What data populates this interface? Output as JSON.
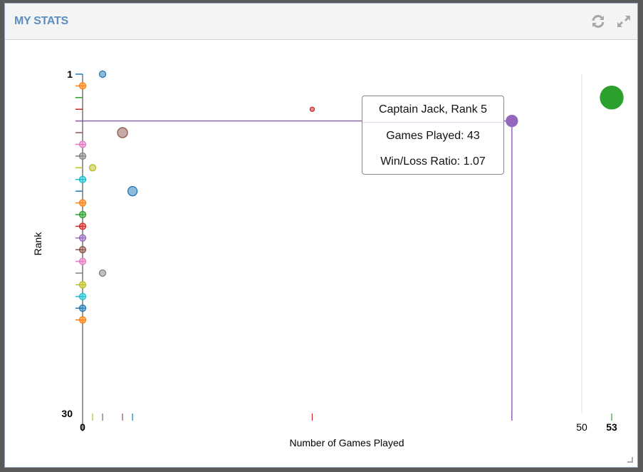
{
  "widget": {
    "title": "MY STATS",
    "refresh_icon": "refresh-icon",
    "expand_icon": "expand-icon"
  },
  "tooltip": {
    "line1": "Captain Jack, Rank 5",
    "line2": "Games Played: 43",
    "line3": "Win/Loss Ratio: 1.07"
  },
  "chart_data": {
    "type": "scatter",
    "xlabel": "Number of Games Played",
    "ylabel": "Rank",
    "xlim": [
      0,
      53
    ],
    "ylim": [
      1,
      30
    ],
    "y_inverted": true,
    "x_ticks": [
      "0",
      "50",
      "53"
    ],
    "y_ticks": [
      "1",
      "30"
    ],
    "highlighted_rank": 5,
    "points": [
      {
        "rank": 1,
        "games": 2,
        "color": "#1f77b4",
        "size": 4.5
      },
      {
        "rank": 2,
        "games": 0,
        "color": "#ff7f0e",
        "size": 4.5
      },
      {
        "rank": 3,
        "games": 53,
        "color": "#2ca02c",
        "size": 16
      },
      {
        "rank": 4,
        "games": 23,
        "color": "#d62728",
        "size": 3
      },
      {
        "rank": 5,
        "games": 43,
        "color": "#9467bd",
        "size": 8
      },
      {
        "rank": 6,
        "games": 4,
        "color": "#8c564b",
        "size": 7
      },
      {
        "rank": 7,
        "games": 0,
        "color": "#e377c2",
        "size": 4.5
      },
      {
        "rank": 8,
        "games": 0,
        "color": "#7f7f7f",
        "size": 4.5
      },
      {
        "rank": 9,
        "games": 1,
        "color": "#bcbd22",
        "size": 4.5
      },
      {
        "rank": 10,
        "games": 0,
        "color": "#17becf",
        "size": 4.5
      },
      {
        "rank": 11,
        "games": 5,
        "color": "#1f77b4",
        "size": 6.5
      },
      {
        "rank": 12,
        "games": 0,
        "color": "#ff7f0e",
        "size": 4.5
      },
      {
        "rank": 13,
        "games": 0,
        "color": "#2ca02c",
        "size": 4.5
      },
      {
        "rank": 14,
        "games": 0,
        "color": "#d62728",
        "size": 4.5
      },
      {
        "rank": 15,
        "games": 0,
        "color": "#9467bd",
        "size": 4.5
      },
      {
        "rank": 16,
        "games": 0,
        "color": "#8c564b",
        "size": 4.5
      },
      {
        "rank": 17,
        "games": 0,
        "color": "#e377c2",
        "size": 4.5
      },
      {
        "rank": 18,
        "games": 2,
        "color": "#7f7f7f",
        "size": 4.5
      },
      {
        "rank": 19,
        "games": 0,
        "color": "#bcbd22",
        "size": 4.5
      },
      {
        "rank": 20,
        "games": 0,
        "color": "#17becf",
        "size": 4.5
      },
      {
        "rank": 21,
        "games": 0,
        "color": "#1f77b4",
        "size": 4.5
      },
      {
        "rank": 22,
        "games": 0,
        "color": "#ff7f0e",
        "size": 4.5
      }
    ]
  }
}
